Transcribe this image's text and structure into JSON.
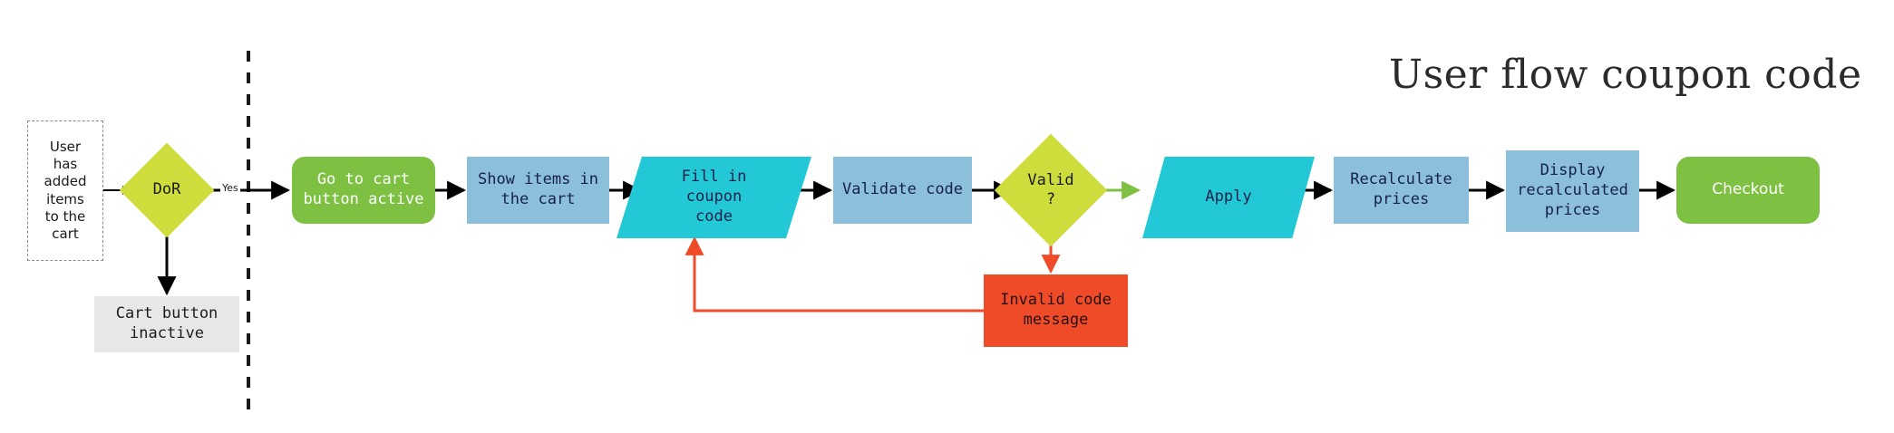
{
  "title": "User flow coupon code",
  "nodes": {
    "start_note": {
      "label": "User\nhas\nadded\nitems\nto the\ncart",
      "shape": "dashed-note"
    },
    "dor": {
      "label": "DoR",
      "shape": "diamond",
      "color": "#cedc3c"
    },
    "cart_inactive": {
      "label": "Cart button\ninactive",
      "shape": "rect",
      "color": "#e7e7e7"
    },
    "go_to_cart": {
      "label": "Go to cart\nbutton active",
      "shape": "rounded-rect",
      "color": "#7ec142"
    },
    "show_items": {
      "label": "Show items in\nthe cart",
      "shape": "rect",
      "color": "#8cbfdb"
    },
    "fill_coupon": {
      "label": "Fill in\ncoupon\ncode",
      "shape": "parallelogram",
      "color": "#22c8d6"
    },
    "validate_code": {
      "label": "Validate code",
      "shape": "rect",
      "color": "#8cbfdb"
    },
    "valid_check": {
      "label": "Valid\n?",
      "shape": "diamond",
      "color": "#cedc3c"
    },
    "invalid_message": {
      "label": "Invalid code\nmessage",
      "shape": "rect",
      "color": "#f04b28"
    },
    "apply": {
      "label": "Apply",
      "shape": "parallelogram",
      "color": "#22c8d6"
    },
    "recalculate": {
      "label": "Recalculate\nprices",
      "shape": "rect",
      "color": "#8cbfdb"
    },
    "display_prices": {
      "label": "Display\nrecalculated\nprices",
      "shape": "rect",
      "color": "#8cbfdb"
    },
    "checkout": {
      "label": "Checkout",
      "shape": "rounded-rect",
      "color": "#7ec142"
    }
  },
  "edges": {
    "dor_yes_label": "Yes"
  },
  "colors": {
    "green": "#7ec142",
    "blue": "#8cbfdb",
    "cyan": "#22c8d6",
    "lime": "#cedc3c",
    "red": "#f04b28",
    "grey": "#e7e7e7",
    "arrow_black": "#000000",
    "arrow_green": "#7ec142",
    "arrow_red": "#f04b28",
    "divider": "#1a1a1a"
  }
}
